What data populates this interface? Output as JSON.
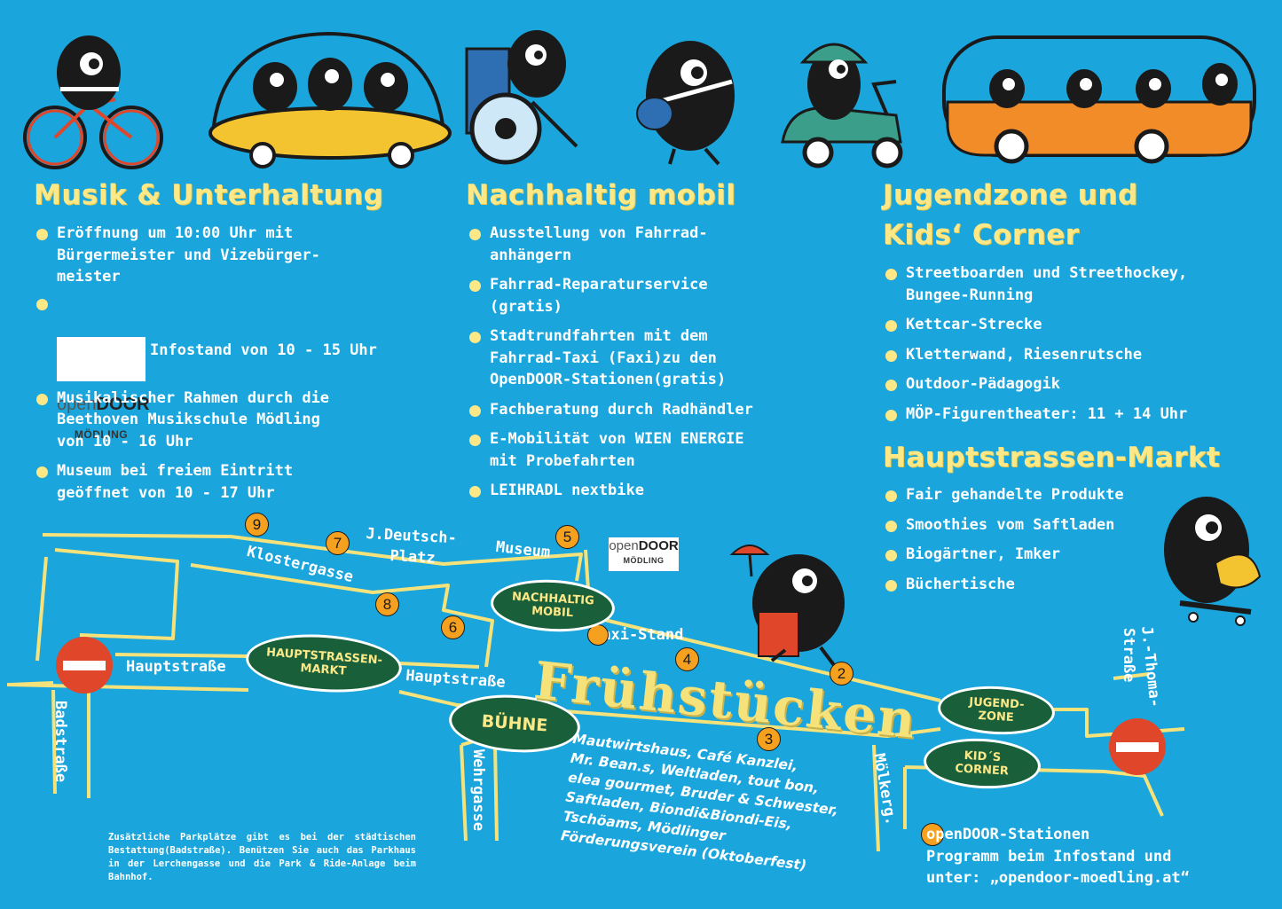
{
  "colors": {
    "background": "#1aa5dc",
    "heading": "#fce886",
    "bullet": "#fce886",
    "station": "#f6a020",
    "oval": "#185f3a",
    "stop_sign": "#e0462a"
  },
  "sections": {
    "musik": {
      "title": "Musik & Unterhaltung",
      "items": [
        "Eröffnung um 10:00 Uhr mit\nBürgermeister und Vizebürger-\nmeister",
        "Infostand von 10 - 15 Uhr",
        "Musikalischer Rahmen durch die\nBeethoven Musikschule Mödling\nvon 10 - 16 Uhr",
        "Museum bei freiem Eintritt\ngeöffnet von 10 - 17 Uhr"
      ]
    },
    "mobil": {
      "title": "Nachhaltig mobil",
      "items": [
        "Ausstellung von Fahrrad-\nanhängern",
        "Fahrrad-Reparaturservice\n(gratis)",
        "Stadtrundfahrten mit dem\nFahrrad-Taxi (Faxi)zu den\nOpenDOOR-Stationen(gratis)",
        "Fachberatung durch Radhändler",
        "E-Mobilität von WIEN ENERGIE\nmit Probefahrten",
        "LEIHRADL nextbike"
      ]
    },
    "jugend": {
      "title_line1": "Jugendzone und",
      "title_line2": "Kids‘ Corner",
      "items": [
        "Streetboarden und Streethockey,\nBungee-Running",
        "Kettcar-Strecke",
        "Kletterwand, Riesenrutsche",
        "Outdoor-Pädagogik",
        "MÖP-Figurentheater: 11 + 14 Uhr"
      ]
    },
    "markt": {
      "title": "Hauptstrassen-Markt",
      "items": [
        "Fair gehandelte Produkte",
        "Smoothies vom Saftladen",
        "Biogärtner, Imker",
        "Büchertische"
      ]
    }
  },
  "logo": {
    "open": "open",
    "door": "DOOR",
    "sub": "MÖDLING"
  },
  "map": {
    "streets": {
      "hauptstrasse_left": "Hauptstraße",
      "hauptstrasse_mid": "Hauptstraße",
      "badstrasse": "Badstraße",
      "klostergasse": "Klostergasse",
      "deutsch_line1": "J.Deutsch-",
      "deutsch_line2": "Platz",
      "museum": "Museum",
      "wehrgasse": "Wehrgasse",
      "molkerg": "Mölkerg.",
      "thoma_line1": "J.-Thoma-",
      "thoma_line2": "Straße",
      "faxi": "Faxi-Stand"
    },
    "stations": [
      "9",
      "7",
      "5",
      "8",
      "6",
      "4",
      "2",
      "3"
    ],
    "ovals": {
      "nachhaltig": "NACHHALTIG\nMOBIL",
      "markt": "HAUPTSTRASSEN-\nMARKT",
      "buehne": "BÜHNE",
      "jugend": "JUGEND-\nZONE",
      "kids": "KID´S\nCORNER"
    },
    "fruehstuecken": "Frühstücken",
    "fruehstuecken_list": "Mautwirtshaus, Café Kanzlei,\nMr. Bean.s, Weltladen, tout bon,\nelea gourmet, Bruder & Schwester,\nSaftladen, Biondi&Biondi-Eis,\nTschöams, Mödlinger\nFörderungsverein (Oktoberfest)"
  },
  "parking_note": "Zusätzliche Parkplätze gibt es bei der städtischen Bestattung(Badstraße). Benützen Sie auch das Parkhaus in der Lerchengasse und die Park & Ride-Anlage beim Bahnhof.",
  "legend": {
    "station_label": "openDOOR-Stationen",
    "line2": "Programm beim Infostand und",
    "line3": "unter: „opendoor-moedling.at“"
  }
}
